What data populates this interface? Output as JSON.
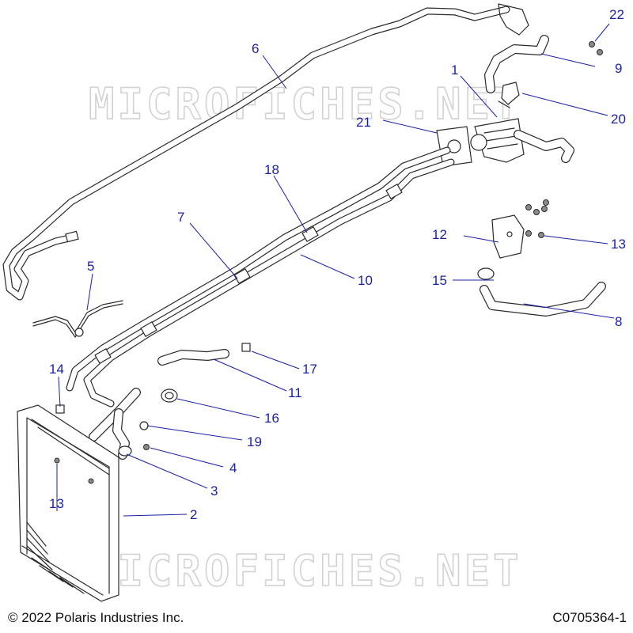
{
  "watermark": {
    "text": "MICROFICHES.NET"
  },
  "footer": {
    "copyright": "© 2022 Polaris Industries Inc.",
    "diagram_code": "C0705364-1"
  },
  "colors": {
    "callout": "#1a1fa8",
    "line_art": "#2a2a2a",
    "watermark": "#d0d0d0"
  },
  "callouts": {
    "c1": "1",
    "c2": "2",
    "c3": "3",
    "c4": "4",
    "c5": "5",
    "c6": "6",
    "c7": "7",
    "c8": "8",
    "c9": "9",
    "c10": "10",
    "c11": "11",
    "c12": "12",
    "c13a": "13",
    "c13b": "13",
    "c14": "14",
    "c15": "15",
    "c16": "16",
    "c17": "17",
    "c18": "18",
    "c19": "19",
    "c20": "20",
    "c21": "21",
    "c22": "22"
  }
}
